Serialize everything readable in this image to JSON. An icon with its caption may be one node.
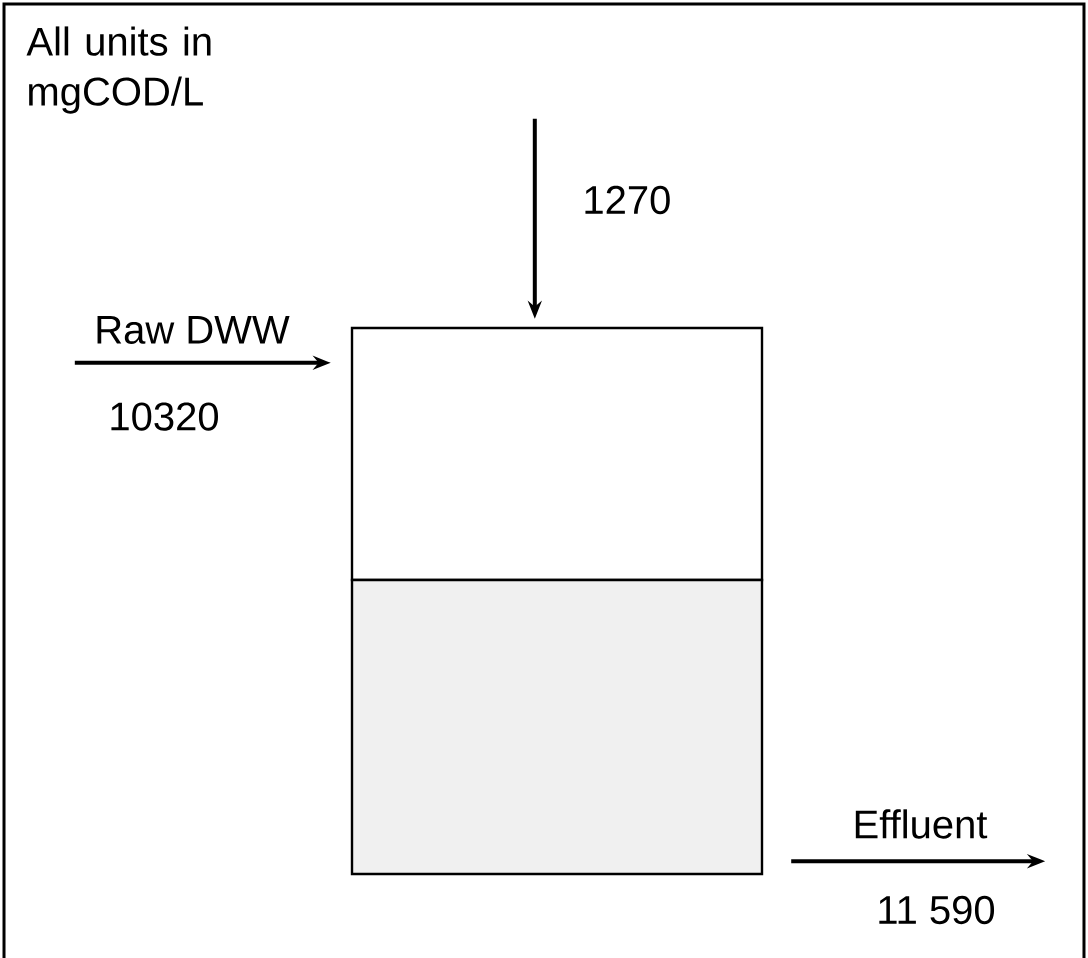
{
  "diagram": {
    "nodes": [
      {
        "text": [],
        "shape": "box"
      },
      {
        "text": [],
        "shape": "box"
      }
    ],
    "edges": [
      {
        "from": null,
        "to": 0,
        "arrow": "to",
        "label": "Raw DWW"
      },
      {
        "from": null,
        "to": 0,
        "arrow": "to"
      },
      {
        "from": 1,
        "to": null,
        "arrow": "to",
        "label": "Effluent"
      }
    ],
    "labels": [
      "All units in mgCOD/L",
      "1270",
      "10320",
      "11 590"
    ]
  }
}
